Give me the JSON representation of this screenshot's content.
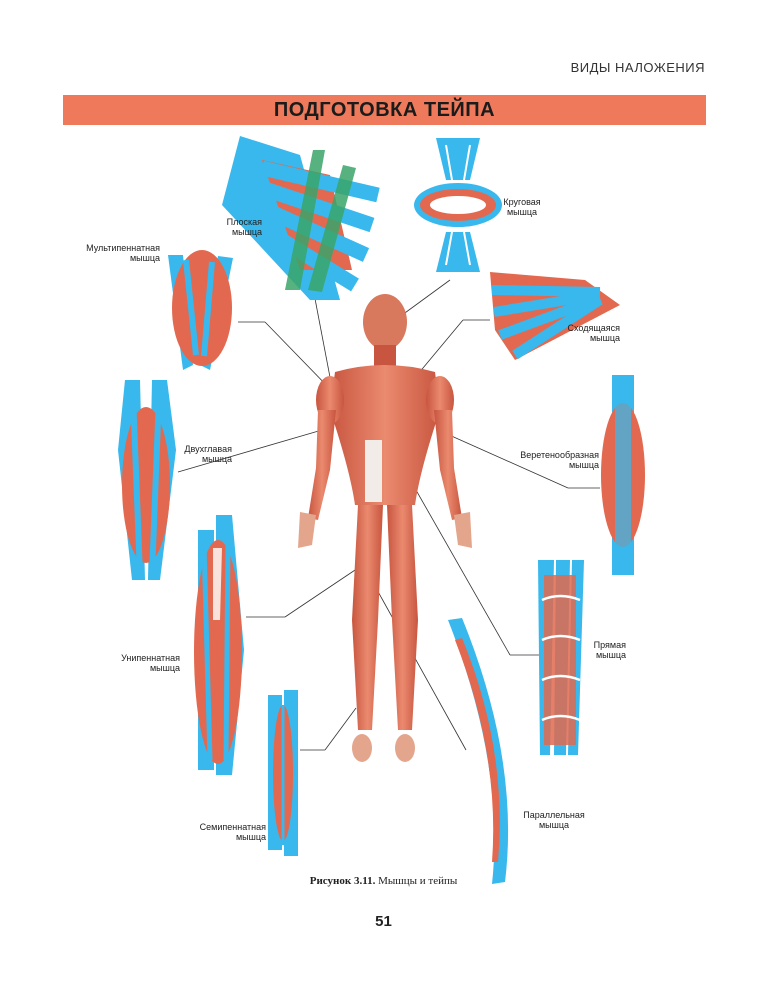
{
  "header": {
    "section_title": "ВИДЫ НАЛОЖЕНИЯ"
  },
  "banner": {
    "title": "ПОДГОТОВКА ТЕЙПА"
  },
  "labels": {
    "flat": [
      "Плоская",
      "мышца"
    ],
    "circular": [
      "Круговая",
      "мышца"
    ],
    "multipennate": [
      "Мультипеннатная",
      "мышца"
    ],
    "convergent": [
      "Сходящаяся",
      "мышца"
    ],
    "biceps": [
      "Двухглавая",
      "мышца"
    ],
    "fusiform": [
      "Веретенообразная",
      "мышца"
    ],
    "unipennate": [
      "Унипеннатная",
      "мышца"
    ],
    "straight": [
      "Прямая",
      "мышца"
    ],
    "parallel": [
      "Параллельная",
      "мышца"
    ],
    "bipennate": [
      "Семипеннатная",
      "мышца"
    ]
  },
  "caption": {
    "number": "Рисунок 3.11.",
    "text": "Мышцы и тейпы"
  },
  "footer": {
    "page_number": "51"
  },
  "colors": {
    "banner": "#ee7a5b",
    "tape": "#38b8ec",
    "muscle": "#e2694f",
    "green_tape": "#3aa56a"
  }
}
